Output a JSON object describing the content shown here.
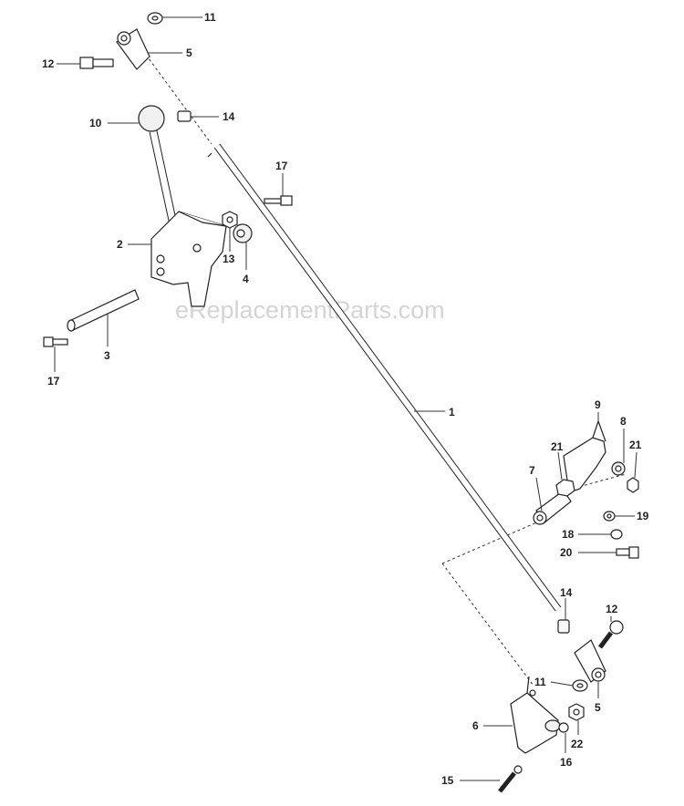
{
  "watermark": "eReplacementParts.com",
  "callouts": {
    "c1": "1",
    "c2": "2",
    "c3": "3",
    "c4": "4",
    "c5a": "5",
    "c5b": "5",
    "c6": "6",
    "c7": "7",
    "c8": "8",
    "c9": "9",
    "c10": "10",
    "c11a": "11",
    "c11b": "11",
    "c12a": "12",
    "c12b": "12",
    "c13": "13",
    "c14a": "14",
    "c14b": "14",
    "c15": "15",
    "c16": "16",
    "c17a": "17",
    "c17b": "17",
    "c18": "18",
    "c19": "19",
    "c20": "20",
    "c21a": "21",
    "c21b": "21",
    "c22": "22"
  }
}
